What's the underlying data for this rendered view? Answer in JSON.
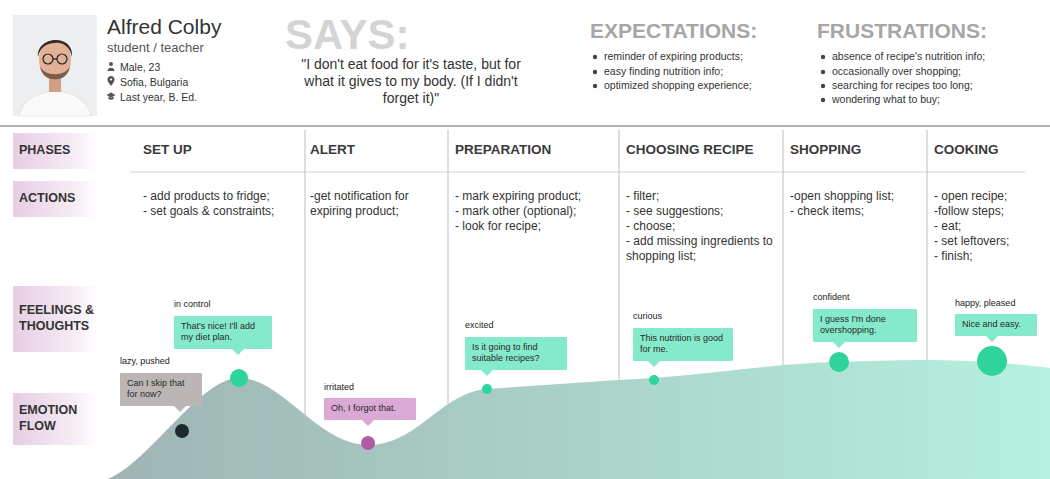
{
  "diagram": {
    "title": "Alfred Colby",
    "nodes": [
      {
        "text": [
          "PHASES"
        ]
      },
      {
        "text": [
          "ACTIONS"
        ]
      },
      {
        "text": [
          "FEELINGS & THOUGHTS"
        ]
      },
      {
        "text": [
          "EMOTION FLOW"
        ]
      },
      {
        "text": [
          "lazy, pushed",
          "Can I skip that for now?"
        ]
      },
      {
        "text": [
          "in control",
          "That's nice! I'll add my diet plan."
        ]
      },
      {
        "text": [
          "irritated",
          "Oh, I forgot that."
        ]
      },
      {
        "text": [
          "excited",
          "Is it going to find suitable recipes?"
        ]
      },
      {
        "text": [
          "curious",
          "This nutrition is good for me."
        ]
      },
      {
        "text": [
          "confident",
          "I guess I'm done overshopping."
        ]
      },
      {
        "text": [
          "happy, pleased",
          "Nice and easy."
        ]
      }
    ],
    "labels": [
      "student / teacher",
      "Male, 23",
      "Sofia, Bulgaria",
      "Last year, B. Ed.",
      "SAYS:",
      "\"I don't eat food for it's taste, but for what it gives to my body. (If I didn't forget it)\"",
      "EXPECTATIONS:",
      "reminder of expiring products;",
      "easy finding nutrition info;",
      "optimized shopping experience;",
      "FRUSTRATIONS:",
      "absence of recipe's nutrition info;",
      "occasionally over shopping;",
      "searching for recipes too long;",
      "wondering what to buy;",
      "SET UP",
      "ALERT",
      "PREPARATION",
      "CHOOSING RECIPE",
      "SHOPPING",
      "COOKING",
      "- add products to fridge;",
      "- set goals & constraints;",
      "-get notification for expiring product;",
      "- mark expiring product;",
      "- mark other (optional);",
      "- look for recipe;",
      "- filter;",
      "- see suggestions;",
      "- choose;",
      "- add missing ingredients to shopping list;",
      "-open shopping list;",
      "- check items;",
      "- open recipe;",
      "-follow steps;",
      "- eat;",
      "- set leftovers;",
      "- finish;"
    ]
  }
}
